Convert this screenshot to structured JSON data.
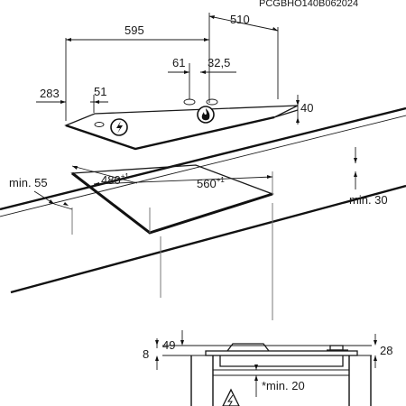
{
  "doc_code": "PCGBHO140B062024",
  "dims": {
    "hob_width": "595",
    "hob_depth": "510",
    "left_offset": "283",
    "left_knob_offset": "51",
    "right_knob_offset_a": "61",
    "right_knob_offset_b": "32,5",
    "hob_height": "40",
    "min_front": "min. 55",
    "cutout_depth": "480",
    "cutout_depth_tol": "+1",
    "cutout_width": "560",
    "cutout_width_tol": "+1",
    "min_back": "min. 30",
    "below_a": "8",
    "below_b": "49",
    "below_c": "28",
    "min_gap": "*min. 20"
  },
  "icons": {
    "electric_symbol": "lightning-warning-icon",
    "gas_symbol": "flame-icon",
    "cabinet_warning": "warning-triangle-icon"
  }
}
